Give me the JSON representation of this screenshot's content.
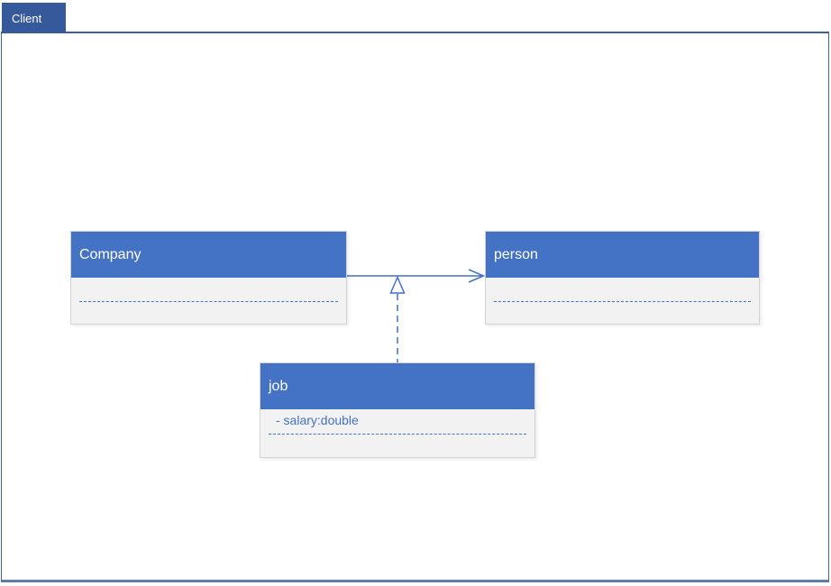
{
  "tab": {
    "label": "Client"
  },
  "colors": {
    "tab_blue": "#35599B",
    "class_header_blue": "#4472C4",
    "class_body_gray": "#F2F2F2",
    "class_border_gray": "#D2D2D2",
    "connector_blue": "#4472C4",
    "frame_border_blue": "#3E5E9C"
  },
  "diagram": {
    "classes": [
      {
        "name": "Company",
        "attributes": []
      },
      {
        "name": "person",
        "attributes": []
      },
      {
        "name": "job",
        "attributes": [
          "- salary:double"
        ]
      }
    ],
    "connectors": [
      {
        "type": "directed-association",
        "from": "Company",
        "to": "person",
        "line": "solid",
        "arrowhead": "open-arrow"
      },
      {
        "type": "realization",
        "from": "job",
        "to": "Company-person association",
        "line": "dashed",
        "arrowhead": "hollow-triangle"
      }
    ]
  }
}
